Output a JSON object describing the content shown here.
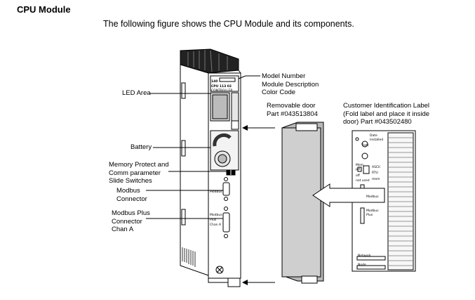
{
  "heading": "CPU Module",
  "intro": "The following figure shows the CPU Module and its components.",
  "module_labels": {
    "slot": "140",
    "model": "CPU 113 02",
    "desc": "CONTROLLER",
    "modbus": "Modbus",
    "modbus_plus": [
      "Modbus",
      "Plus",
      "Chan A"
    ]
  },
  "callouts": {
    "model_info": [
      "Model Number",
      "Module Description",
      "Color Code"
    ],
    "led_area": "LED Area",
    "battery": "Battery",
    "memory_protect": [
      "Memory Protect and",
      "Comm parameter",
      "Slide Switches"
    ],
    "modbus_connector": [
      "Modbus",
      "Connector"
    ],
    "modbus_plus_connector": [
      "Modbus Plus",
      "Connector",
      "Chan A"
    ],
    "removable_door": [
      "Removable door",
      "Part #043513804"
    ],
    "customer_label": [
      "Customer Identification Label",
      "(Fold label and place it inside",
      "door) Part #043502480"
    ]
  },
  "door_label": {
    "date_installed": [
      "Date",
      "Installed"
    ],
    "batt": "Batt",
    "ascii": "ASCII",
    "rtu": "RTU",
    "mem_prt": [
      "Mem",
      "prt"
    ],
    "off": "off",
    "not_used": "not used",
    "mem": "mem",
    "modbus": "Modbus",
    "modbus_plus": [
      "Modbus",
      "Plus"
    ],
    "network": "Network",
    "node": "Node"
  }
}
